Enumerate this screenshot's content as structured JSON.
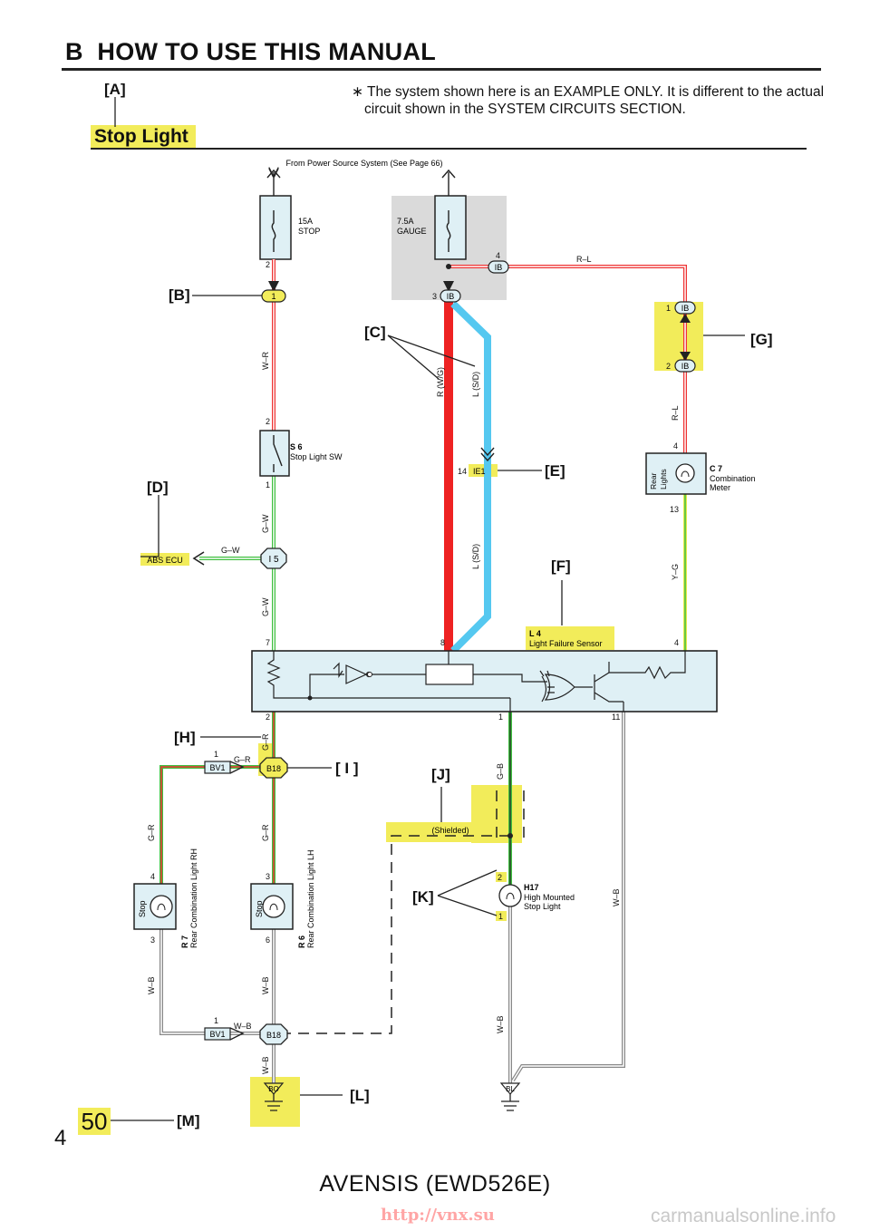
{
  "header": {
    "section_letter": "B",
    "title": "HOW TO USE THIS MANUAL"
  },
  "note": {
    "mark": "∗",
    "line1": "The system shown here is an EXAMPLE ONLY. It is different to the actual",
    "line2": "circuit shown in the SYSTEM CIRCUITS SECTION."
  },
  "system_title": "Stop Light",
  "callouts": {
    "A": "[A]",
    "B": "[B]",
    "C": "[C]",
    "D": "[D]",
    "E": "[E]",
    "F": "[F]",
    "G": "[G]",
    "H": "[H]",
    "I": "[ I ]",
    "J": "[J]",
    "K": "[K]",
    "L": "[L]",
    "M": "[M]"
  },
  "power_source": "From Power Source System (See Page 66)",
  "fuses": [
    {
      "rating": "15A",
      "name": "STOP"
    },
    {
      "rating": "7.5A",
      "name": "GAUGE"
    }
  ],
  "components": {
    "stop_sw": {
      "code": "S 6",
      "name": "Stop Light SW"
    },
    "meter": {
      "code": "C 7",
      "name1": "Combination",
      "name2": "Meter",
      "sub1": "Rear",
      "sub2": "Lights"
    },
    "sensor": {
      "code": "L 4",
      "name": "Light Failure Sensor"
    },
    "lamp_rh": {
      "code": "R 7",
      "name": "Rear Combination Light RH",
      "sub": "Stop"
    },
    "lamp_lh": {
      "code": "R 6",
      "name": "Rear Combination Light LH",
      "sub": "Stop"
    },
    "hmsl": {
      "code": "H17",
      "name1": "High Mounted",
      "name2": "Stop Light"
    },
    "abs": "ABS ECU"
  },
  "connectors": {
    "ib": "IB",
    "ie1": "IE1",
    "i5": "I 5",
    "b18": "B18",
    "bv1": "BV1",
    "bo": "BO",
    "bl": "BL",
    "j1": "1"
  },
  "pins": {
    "p1": "1",
    "p2": "2",
    "p3": "3",
    "p4": "4",
    "p6": "6",
    "p7": "7",
    "p8": "8",
    "p11": "11",
    "p13": "13",
    "p14": "14"
  },
  "wires": {
    "wr": "W–R",
    "rl": "R–L",
    "gw": "G–W",
    "gr": "G–R",
    "gb": "G–B",
    "wb": "W–B",
    "yg": "Y–G",
    "rwg": "R (W/G)",
    "lsd": "L (S/D)",
    "lsd2": "L (S/D)"
  },
  "shielded": "(Shielded)",
  "page": {
    "number": "4",
    "ref": "50"
  },
  "footer": {
    "model": "AVENSIS (EWD526E)",
    "url": "http://vnx.su",
    "watermark": "carmanualsonline.info"
  },
  "colors": {
    "highlight": "#f2ec5a",
    "component_fill": "#dff0f5",
    "wire_red": "#ee2222",
    "wire_blue": "#55c8f0",
    "wire_green": "#3fbf3f",
    "wire_yellow": "#e8e84a"
  }
}
